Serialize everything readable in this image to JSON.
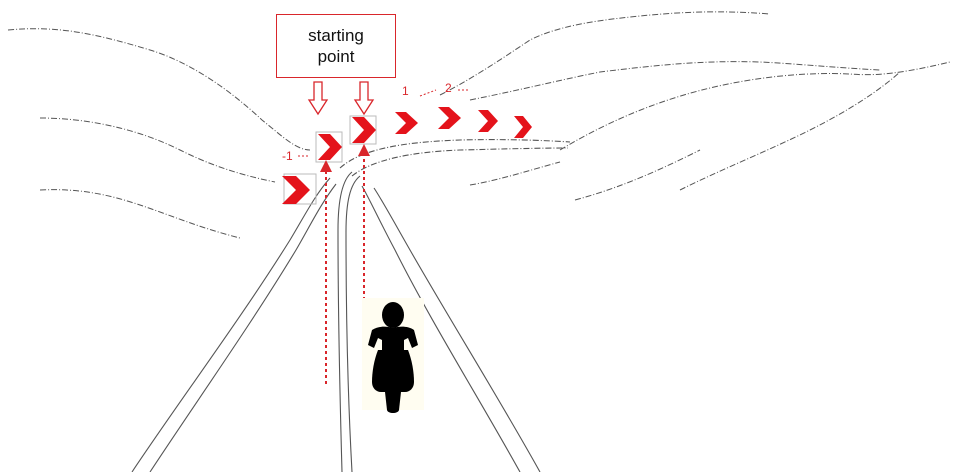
{
  "label": {
    "text": "starting\npoint"
  },
  "sequence_labels": {
    "minus_one": "-1",
    "one": "1",
    "two": "2"
  },
  "colors": {
    "accent": "#d9262b",
    "line": "#555555",
    "rider": "#000000",
    "rider_background": "#fffdf1"
  }
}
